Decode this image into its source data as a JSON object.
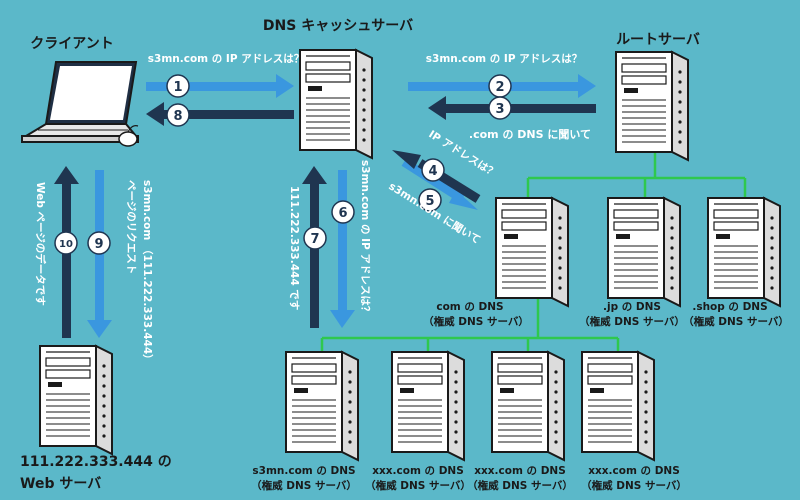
{
  "colors": {
    "background": "#5bb8c9",
    "arrow_light": "#3a97df",
    "arrow_dark": "#1f3550",
    "line_green": "#2fc84e",
    "server_body": "#ffffff",
    "outline": "#1a1a1a"
  },
  "labels": {
    "client": "クライアント",
    "cache_server": "DNS キャッシュサーバ",
    "root_server": "ルートサーバ",
    "web_server_ip": "111.222.333.444 の",
    "web_server": "Web サーバ",
    "com_dns": "com の DNS",
    "jp_dns": ".jp の DNS",
    "shop_dns": ".shop の DNS",
    "s3mn_dns": "s3mn.com の DNS",
    "xxx_dns_1": "xxx.com の DNS",
    "xxx_dns_2": "xxx.com の DNS",
    "xxx_dns_3": "xxx.com の DNS",
    "authoritative": "（権威 DNS サーバ）"
  },
  "messages": {
    "q1": "s3mn.com の IP アドレスは？",
    "q2": "s3mn.com の IP アドレスは？",
    "a3": ".com の DNS に聞いて",
    "q4": "IP アドレスは？",
    "a5": "s3mn.com に聞いて",
    "q6": "s3mn.com の IP アドレスは？",
    "a7": "111.222.333.444 です",
    "q9_line1": "s3mn.com （111.222.333.444）",
    "q9_line2": "ページのリクエスト",
    "a10": "Web ページのデータです"
  },
  "steps": [
    "1",
    "2",
    "3",
    "4",
    "5",
    "6",
    "7",
    "8",
    "9",
    "10"
  ]
}
